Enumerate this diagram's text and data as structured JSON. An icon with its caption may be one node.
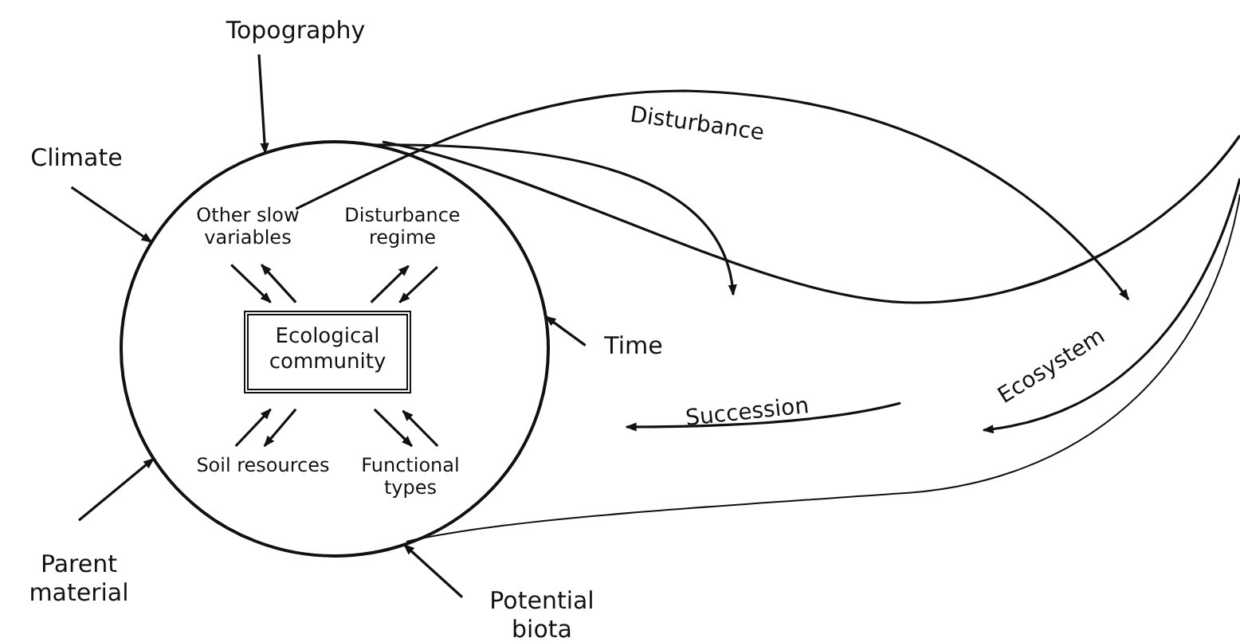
{
  "diagram": {
    "nodes": [
      {
        "text": [],
        "shape": "circle"
      },
      {
        "text": [
          "Ecological community"
        ],
        "in": 0
      },
      {
        "text": [
          "Other slow variables"
        ],
        "in": 0
      },
      {
        "text": [
          "Disturbance regime"
        ],
        "in": 0
      },
      {
        "text": [
          "Soil resources"
        ],
        "in": 0
      },
      {
        "text": [
          "Functional types"
        ],
        "in": 0
      },
      {
        "text": [
          "Topography"
        ]
      },
      {
        "text": [
          "Climate"
        ]
      },
      {
        "text": [
          "Parent material"
        ]
      },
      {
        "text": [
          "Potential biota"
        ]
      },
      {
        "text": [
          "Time"
        ]
      }
    ],
    "edges": [
      {
        "from": 6,
        "to": 0,
        "arrow": "to"
      },
      {
        "from": 7,
        "to": 0,
        "arrow": "to"
      },
      {
        "from": 8,
        "to": 0,
        "arrow": "to"
      },
      {
        "from": 9,
        "to": 0,
        "arrow": "to"
      },
      {
        "from": 10,
        "to": 0,
        "arrow": "to"
      },
      {
        "from": 2,
        "to": 1,
        "arrow": "to"
      },
      {
        "from": 1,
        "to": 2,
        "arrow": "to"
      },
      {
        "from": 1,
        "to": 3,
        "arrow": "to"
      },
      {
        "from": 3,
        "to": 1,
        "arrow": "to"
      },
      {
        "from": 4,
        "to": 1,
        "arrow": "to"
      },
      {
        "from": 1,
        "to": 4,
        "arrow": "to"
      },
      {
        "from": 1,
        "to": 5,
        "arrow": "to"
      },
      {
        "from": 5,
        "to": 1,
        "arrow": "to"
      },
      {
        "from": 0,
        "to": null,
        "arrow": "to"
      },
      {
        "from": 0,
        "to": null,
        "arrow": "to"
      }
    ],
    "labels": [
      "Disturbance",
      "Succession",
      "Ecosystem"
    ]
  }
}
